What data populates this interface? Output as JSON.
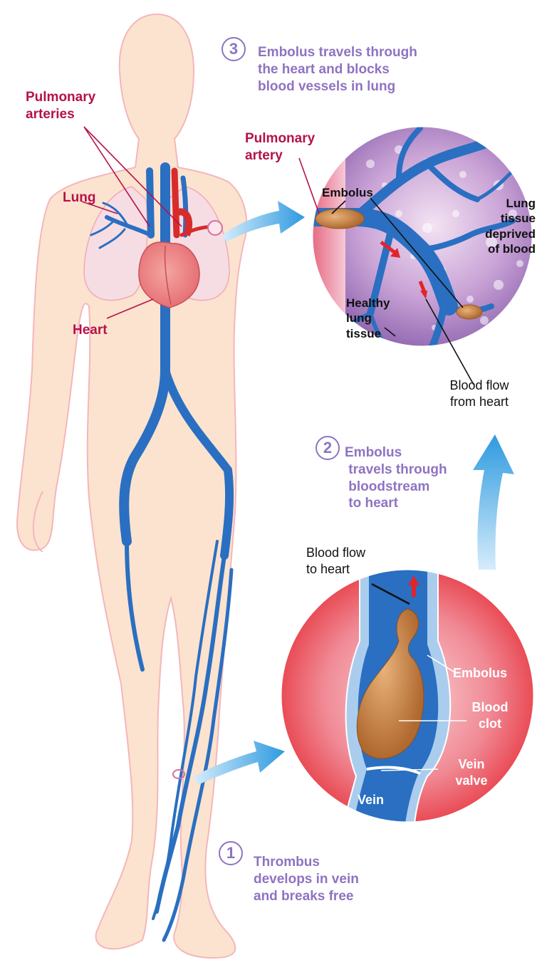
{
  "labels": {
    "pulmonary_arteries": "Pulmonary\narteries",
    "lung": "Lung",
    "heart": "Heart",
    "pulmonary_artery": "Pulmonary\nartery",
    "embolus_lung": "Embolus",
    "lung_tissue_deprived": "Lung\ntissue\ndeprived\nof blood",
    "healthy_lung_tissue": "Healthy\nlung\ntissue",
    "blood_flow_from_heart": "Blood flow\nfrom heart",
    "blood_flow_to_heart": "Blood flow\nto heart",
    "embolus_vein": "Embolus",
    "blood_clot": "Blood\nclot",
    "vein_valve": "Vein\nvalve",
    "vein": "Vein"
  },
  "steps": [
    {
      "number": "3",
      "text": "Embolus travels through\nthe heart and blocks\nblood vessels in lung"
    },
    {
      "number": "2",
      "text": "Embolus\n travels through\n bloodstream\n to heart"
    },
    {
      "number": "1",
      "text": "Thrombus\ndevelops in vein\nand breaks free"
    }
  ],
  "colors": {
    "accent_red": "#b5124a",
    "step_purple": "#8e73c2",
    "vein_blue": "#2a6fc1",
    "skin": "#fbe3cf"
  }
}
